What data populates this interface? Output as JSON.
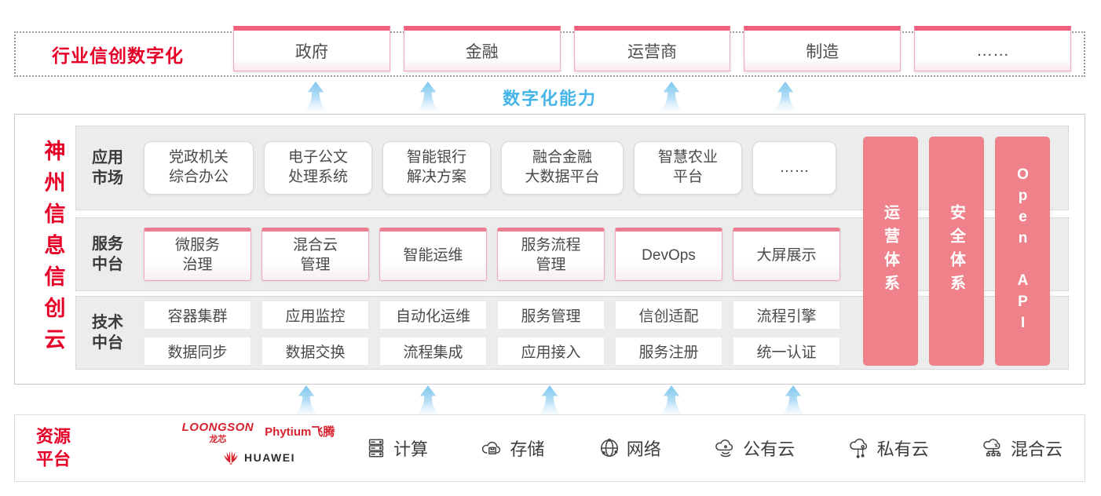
{
  "top_section": {
    "label": "行业信创数字化",
    "items": [
      "政府",
      "金融",
      "运营商",
      "制造",
      "……"
    ]
  },
  "capability_label": "数字化能力",
  "platform": {
    "title": "神州信息信创云",
    "rows": {
      "app": {
        "label": "应用\n市场",
        "items": [
          "党政机关\n综合办公",
          "电子公文\n处理系统",
          "智能银行\n解决方案",
          "融合金融\n大数据平台",
          "智慧农业\n平台",
          "……"
        ]
      },
      "service": {
        "label": "服务\n中台",
        "items": [
          "微服务\n治理",
          "混合云\n管理",
          "智能运维",
          "服务流程\n管理",
          "DevOps",
          "大屏展示"
        ]
      },
      "tech": {
        "label": "技术\n中台",
        "items_top": [
          "容器集群",
          "应用监控",
          "自动化运维",
          "服务管理",
          "信创适配",
          "流程引擎"
        ],
        "items_bottom": [
          "数据同步",
          "数据交换",
          "流程集成",
          "应用接入",
          "服务注册",
          "统一认证"
        ]
      }
    },
    "side_bars": [
      "运营体系",
      "安全体系",
      "Open API"
    ]
  },
  "resource_platform": {
    "label": "资源\n平台",
    "vendors": {
      "loongson": "LOONGSON",
      "loongson_cn": "龙芯",
      "phytium": "Phytium飞腾",
      "huawei": "HUAWEI"
    },
    "resources": [
      {
        "icon": "compute-server-icon",
        "label": "计算"
      },
      {
        "icon": "storage-cloud-icon",
        "label": "存储"
      },
      {
        "icon": "network-globe-icon",
        "label": "网络"
      },
      {
        "icon": "public-cloud-icon",
        "label": "公有云"
      },
      {
        "icon": "private-cloud-icon",
        "label": "私有云"
      },
      {
        "icon": "hybrid-cloud-icon",
        "label": "混合云"
      }
    ]
  },
  "colors": {
    "accent_red": "#e60028",
    "pillar_pink": "#ee818a",
    "capability_blue": "#45b5e8",
    "box_pink_border": "#f0a8b4",
    "box_pink_top": "#ef7d92",
    "row_gray": "#ececec"
  }
}
